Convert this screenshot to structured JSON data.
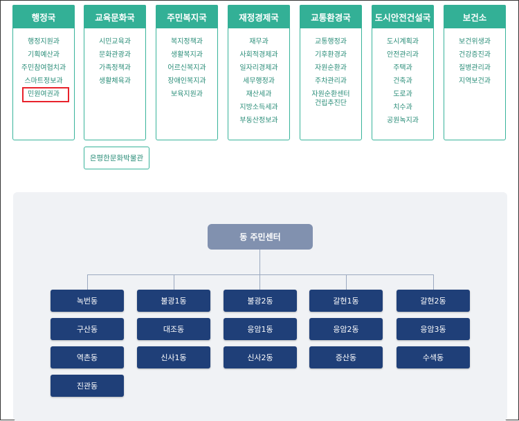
{
  "departments": [
    {
      "title": "행정국",
      "items": [
        "행정지원과",
        "기획예산과",
        "주민참여협치과",
        "스마트정보과",
        "민원여권과"
      ]
    },
    {
      "title": "교육문화국",
      "items": [
        "시민교육과",
        "문화관광과",
        "가족정책과",
        "생활체육과"
      ]
    },
    {
      "title": "주민복지국",
      "items": [
        "복지정책과",
        "생활복지과",
        "어르신복지과",
        "장애인복지과",
        "보육지원과"
      ]
    },
    {
      "title": "재정경제국",
      "items": [
        "재무과",
        "사회적경제과",
        "일자리경제과",
        "세무행정과",
        "재산세과",
        "지방소득세과",
        "부동산정보과"
      ]
    },
    {
      "title": "교통환경국",
      "items": [
        "교통행정과",
        "기후환경과",
        "자원순환과",
        "주차관리과",
        "자원순환센터\n건립추진단"
      ]
    },
    {
      "title": "도시안전건설국",
      "items": [
        "도시계획과",
        "안전관리과",
        "주택과",
        "건축과",
        "도로과",
        "치수과",
        "공원녹지과"
      ]
    },
    {
      "title": "보건소",
      "items": [
        "보건위생과",
        "건강증진과",
        "질병관리과",
        "지역보건과"
      ]
    }
  ],
  "museum": "은평한문화박물관",
  "center": "동 주민센터",
  "dongs": [
    "녹번동",
    "불광1동",
    "불광2동",
    "갈현1동",
    "갈현2동",
    "구산동",
    "대조동",
    "응암1동",
    "응암2동",
    "응암3동",
    "역촌동",
    "신사1동",
    "신사2동",
    "증산동",
    "수색동",
    "진관동"
  ]
}
